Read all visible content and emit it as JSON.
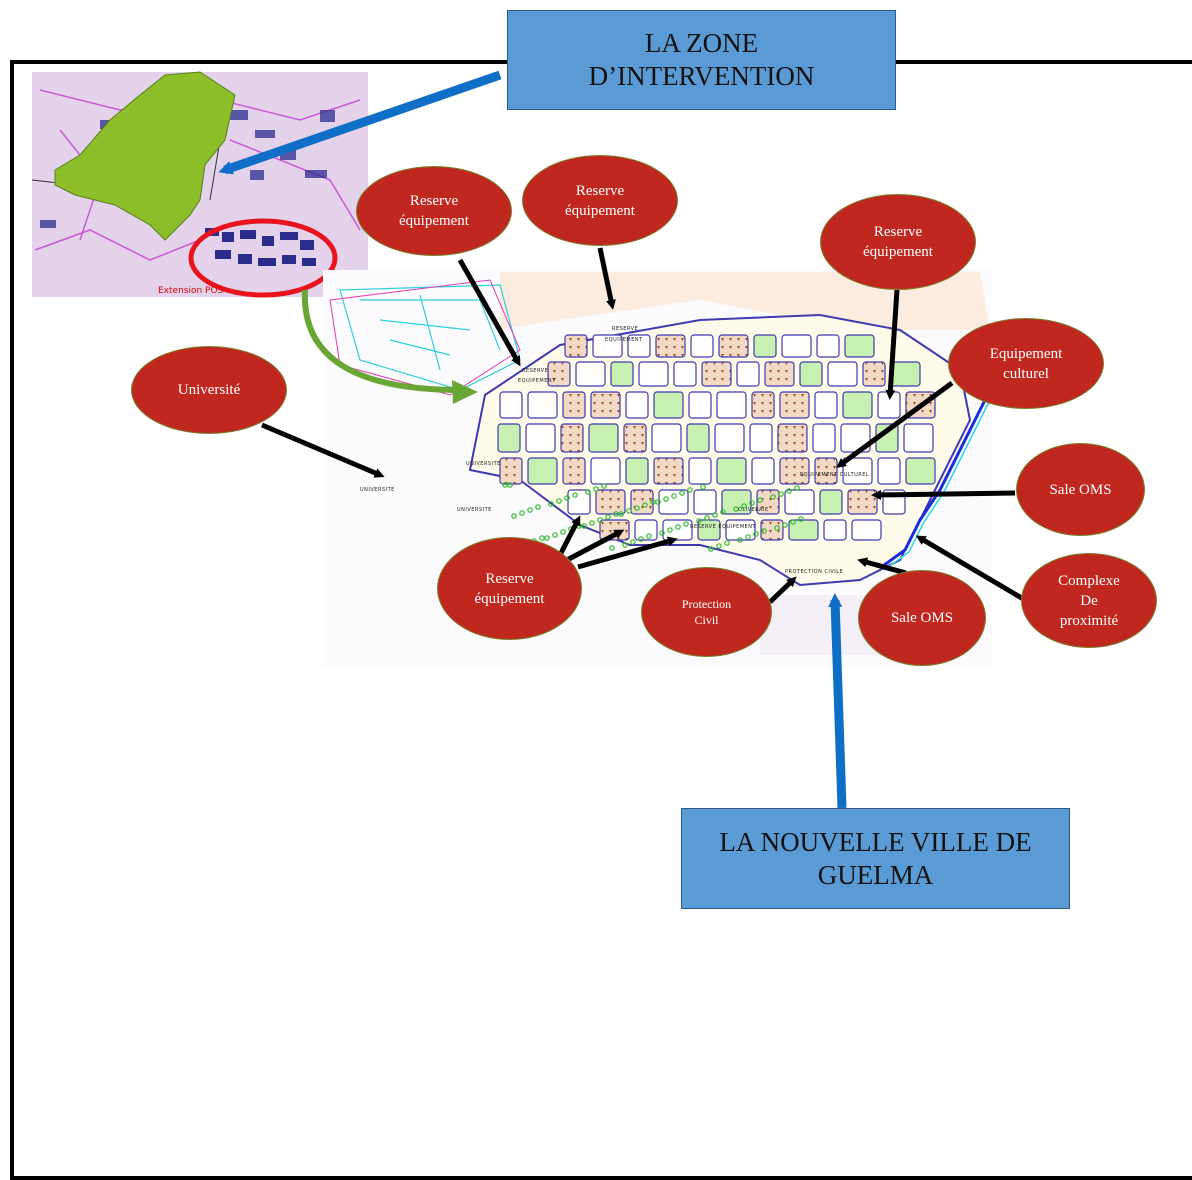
{
  "title_zone": "LA ZONE\nD’INTERVENTION",
  "title_city": "LA NOUVELLE VILLE DE\nGUELMA",
  "bubbles": {
    "reserve1": "Reserve\néquipement",
    "reserve2": "Reserve\néquipement",
    "reserve3": "Reserve\néquipement",
    "reserve4": "Reserve\néquipement",
    "universite": "Université",
    "culturel": "Equipement\nculturel",
    "sale1": "Sale OMS",
    "sale2": "Sale OMS",
    "complexe": "Complexe\nDe\nproximité",
    "protection": "Protection\nCivil"
  },
  "map_labels": {
    "reserve_top": "RESERVE",
    "equip_top": "EQUIPEMENT",
    "reserve_left": "RESERVE",
    "equip_left": "EQUIPEMENT",
    "univ1": "UNIVERSITE",
    "univ2": "UNIVERSITE",
    "univ3": "UNIVERSITE",
    "oliveraie": "OLIVERAIE",
    "equip_cult": "EQUIPEMENT CULTUREL",
    "protection": "PROTECTION CIVILE",
    "reserve_bottom": "RESERVE EQUIPEMENT",
    "extension": "Extension POS"
  },
  "colors": {
    "callout": "#5b9bd5",
    "bubble": "#c0281f",
    "green_zone": "#8cbe2a",
    "highlight": "#e8141d",
    "blue_arrow": "#0f6fc6",
    "curve_arrow": "#6aa636"
  }
}
